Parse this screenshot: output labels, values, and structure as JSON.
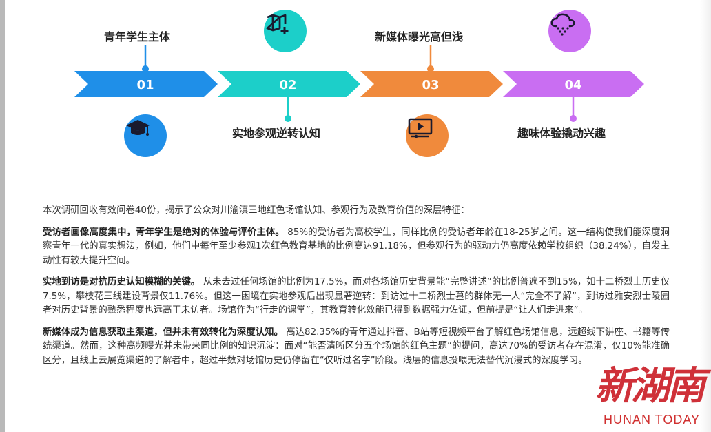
{
  "infographic": {
    "steps": [
      {
        "number": "01",
        "label": "青年学生主体",
        "color": "#1f8fe8",
        "icon": "graduation-cap-icon"
      },
      {
        "number": "02",
        "label": "实地参观逆转认知",
        "color": "#1ccfc9",
        "icon": "map-add-icon"
      },
      {
        "number": "03",
        "label": "新媒体曝光高但浅",
        "color": "#f08a3c",
        "icon": "video-screen-icon"
      },
      {
        "number": "04",
        "label": "趣味体验撬动兴趣",
        "color": "#c96ef2",
        "icon": "cloud-rain-icon"
      }
    ]
  },
  "article": {
    "intro": "本次调研回收有效问卷40份，揭示了公众对川渝滇三地红色场馆认知、参观行为及教育价值的深层特征：",
    "paragraphs": [
      {
        "lead": "受访者画像高度集中，青年学生是绝对的体验与评价主体。",
        "body": " 85%的受访者为高校学生，同样比例的受访者年龄在18-25岁之间。这一结构使我们能深度洞察青年一代的真实想法，例如，他们中每年至少参观1次红色教育基地的比例高达91.18%，但参观行为的驱动力仍高度依赖学校组织（38.24%），自发主动性有较大提升空间。"
      },
      {
        "lead": "实地到访是对抗历史认知模糊的关键。",
        "body": " 从未去过任何场馆的比例为17.5%，而对各场馆历史背景能“完整讲述”的比例普遍不到15%，如十二桥烈士历史仅7.5%，攀枝花三线建设背景仅11.76%。但这一困境在实地参观后出现显著逆转：到访过十二桥烈士墓的群体无一人“完全不了解”，到访过雅安烈士陵园者对历史背景的熟悉程度也远高于未访者。场馆作为“行走的课堂”，其教育转化效能已得到数据强力佐证，但前提是“让人们走进来”。"
      },
      {
        "lead": "新媒体成为信息获取主渠道，但并未有效转化为深度认知。",
        "body": " 高达82.35%的青年通过抖音、B站等短视频平台了解红色场馆信息，远超线下讲座、书籍等传统渠道。然而，这种高频曝光并未带来同比例的知识沉淀：面对“能否清晰区分五个场馆的红色主题”的提问，高达70%的受访者存在混淆，仅10%能准确区分，且线上云展览渠道的了解者中，超过半数对场馆历史仍停留在“仅听过名字”阶段。浅层的信息投喂无法替代沉浸式的深度学习。"
      }
    ]
  },
  "watermark": {
    "chinese": "新湖南",
    "english": "HUNAN TODAY"
  }
}
